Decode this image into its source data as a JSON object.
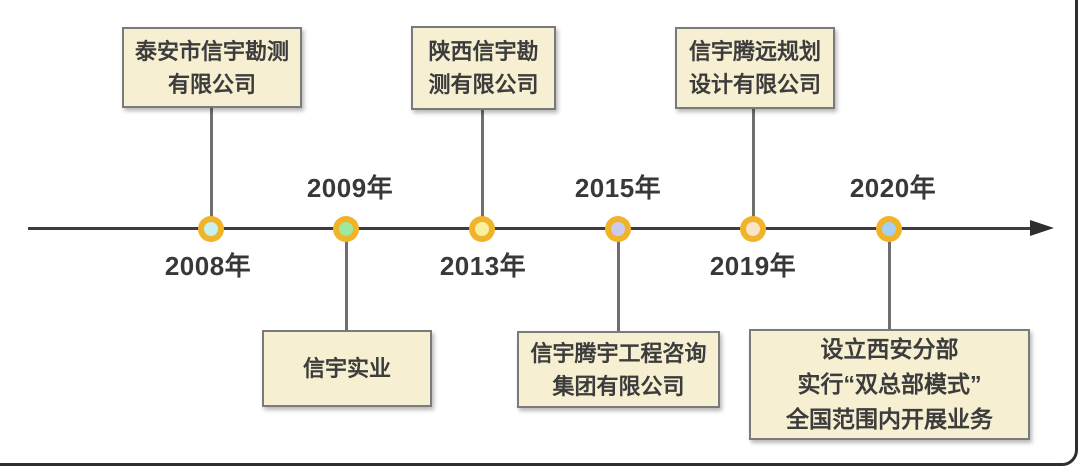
{
  "diagram": {
    "type": "timeline",
    "axis_color": "#3d3d3d",
    "dot_ring_color": "#F0B32A",
    "box_fill_color": "#F6EFD2",
    "box_border_color": "#7a7a7a",
    "events": [
      {
        "year": "2008年",
        "year_position": "below-axis",
        "box_position": "above-axis",
        "dot_fill": "#C8F0EC",
        "box_lines": [
          "泰安市信宇勘测",
          "有限公司"
        ]
      },
      {
        "year": "2009年",
        "year_position": "above-axis",
        "box_position": "below-axis",
        "dot_fill": "#9FE99C",
        "box_lines": [
          "信宇实业"
        ]
      },
      {
        "year": "2013年",
        "year_position": "below-axis",
        "box_position": "above-axis",
        "dot_fill": "#F8F09E",
        "box_lines": [
          "陕西信宇勘",
          "测有限公司"
        ]
      },
      {
        "year": "2015年",
        "year_position": "above-axis",
        "box_position": "below-axis",
        "dot_fill": "#CBCBEF",
        "box_lines": [
          "信宇腾宇工程咨询",
          "集团有限公司"
        ]
      },
      {
        "year": "2019年",
        "year_position": "below-axis",
        "box_position": "above-axis",
        "dot_fill": "#FBE5C9",
        "box_lines": [
          "信宇腾远规划",
          "设计有限公司"
        ]
      },
      {
        "year": "2020年",
        "year_position": "above-axis",
        "box_position": "below-axis",
        "dot_fill": "#A2D1F2",
        "box_lines": [
          "设立西安分部",
          "实行“双总部模式”",
          "全国范围内开展业务"
        ]
      }
    ]
  }
}
